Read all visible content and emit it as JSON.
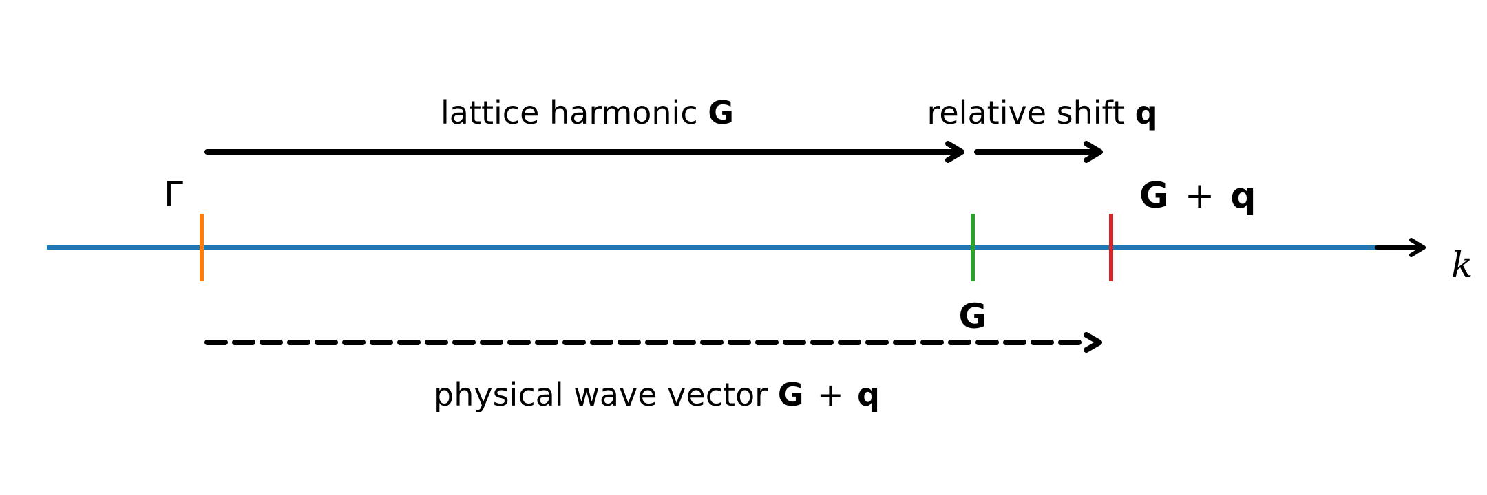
{
  "axis": {
    "variable_label": "k",
    "line_color": "#1f77b4"
  },
  "markers": [
    {
      "id": "gamma",
      "label": "Γ",
      "color": "#ff7f0e"
    },
    {
      "id": "G",
      "label": "G",
      "color": "#2ca02c"
    },
    {
      "id": "Gq",
      "label_bold_1": "G",
      "label_op": "+",
      "label_bold_2": "q",
      "color": "#d62728"
    }
  ],
  "arrows": {
    "lattice": {
      "text": "lattice harmonic ",
      "bold": "G"
    },
    "shift": {
      "text": "relative shift ",
      "bold": "q"
    },
    "physical": {
      "text": "physical wave vector ",
      "bold_1": "G",
      "op": "+",
      "bold_2": "q"
    }
  },
  "colors": {
    "arrow": "#000000"
  }
}
